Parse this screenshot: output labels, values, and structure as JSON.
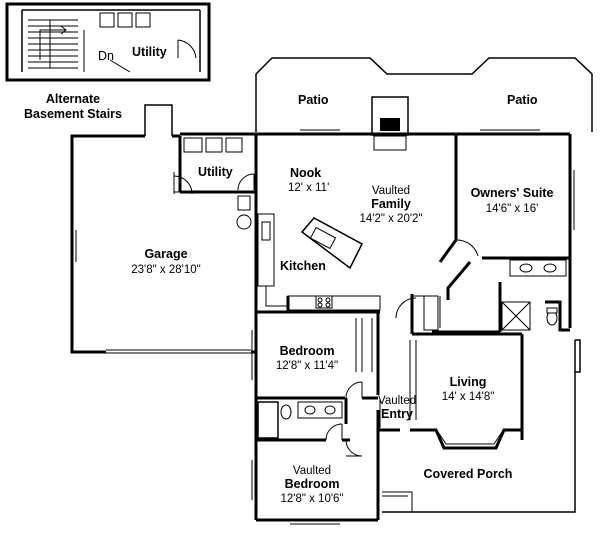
{
  "alternate_stairs": {
    "dn": "Dn",
    "utility": "Utility",
    "caption_line1": "Alternate",
    "caption_line2": "Basement Stairs"
  },
  "rooms": {
    "patio_left": "Patio",
    "patio_right": "Patio",
    "utility": "Utility",
    "nook": {
      "name": "Nook",
      "size": "12' x 11'"
    },
    "family": {
      "prefix": "Vaulted",
      "name": "Family",
      "size": "14'2\" x 20'2\""
    },
    "owners_suite": {
      "name": "Owners' Suite",
      "size": "14'6\" x 16'"
    },
    "garage": {
      "name": "Garage",
      "size": "23'8\" x 28'10\""
    },
    "kitchen": "Kitchen",
    "bedroom": {
      "name": "Bedroom",
      "size": "12'8\" x 11'4\""
    },
    "living": {
      "name": "Living",
      "size": "14' x 14'8\""
    },
    "entry": {
      "prefix": "Vaulted",
      "name": "Entry"
    },
    "covered_porch": "Covered Porch",
    "vaulted_bedroom": {
      "prefix": "Vaulted",
      "name": "Bedroom",
      "size": "12'8\" x 10'6\""
    }
  }
}
